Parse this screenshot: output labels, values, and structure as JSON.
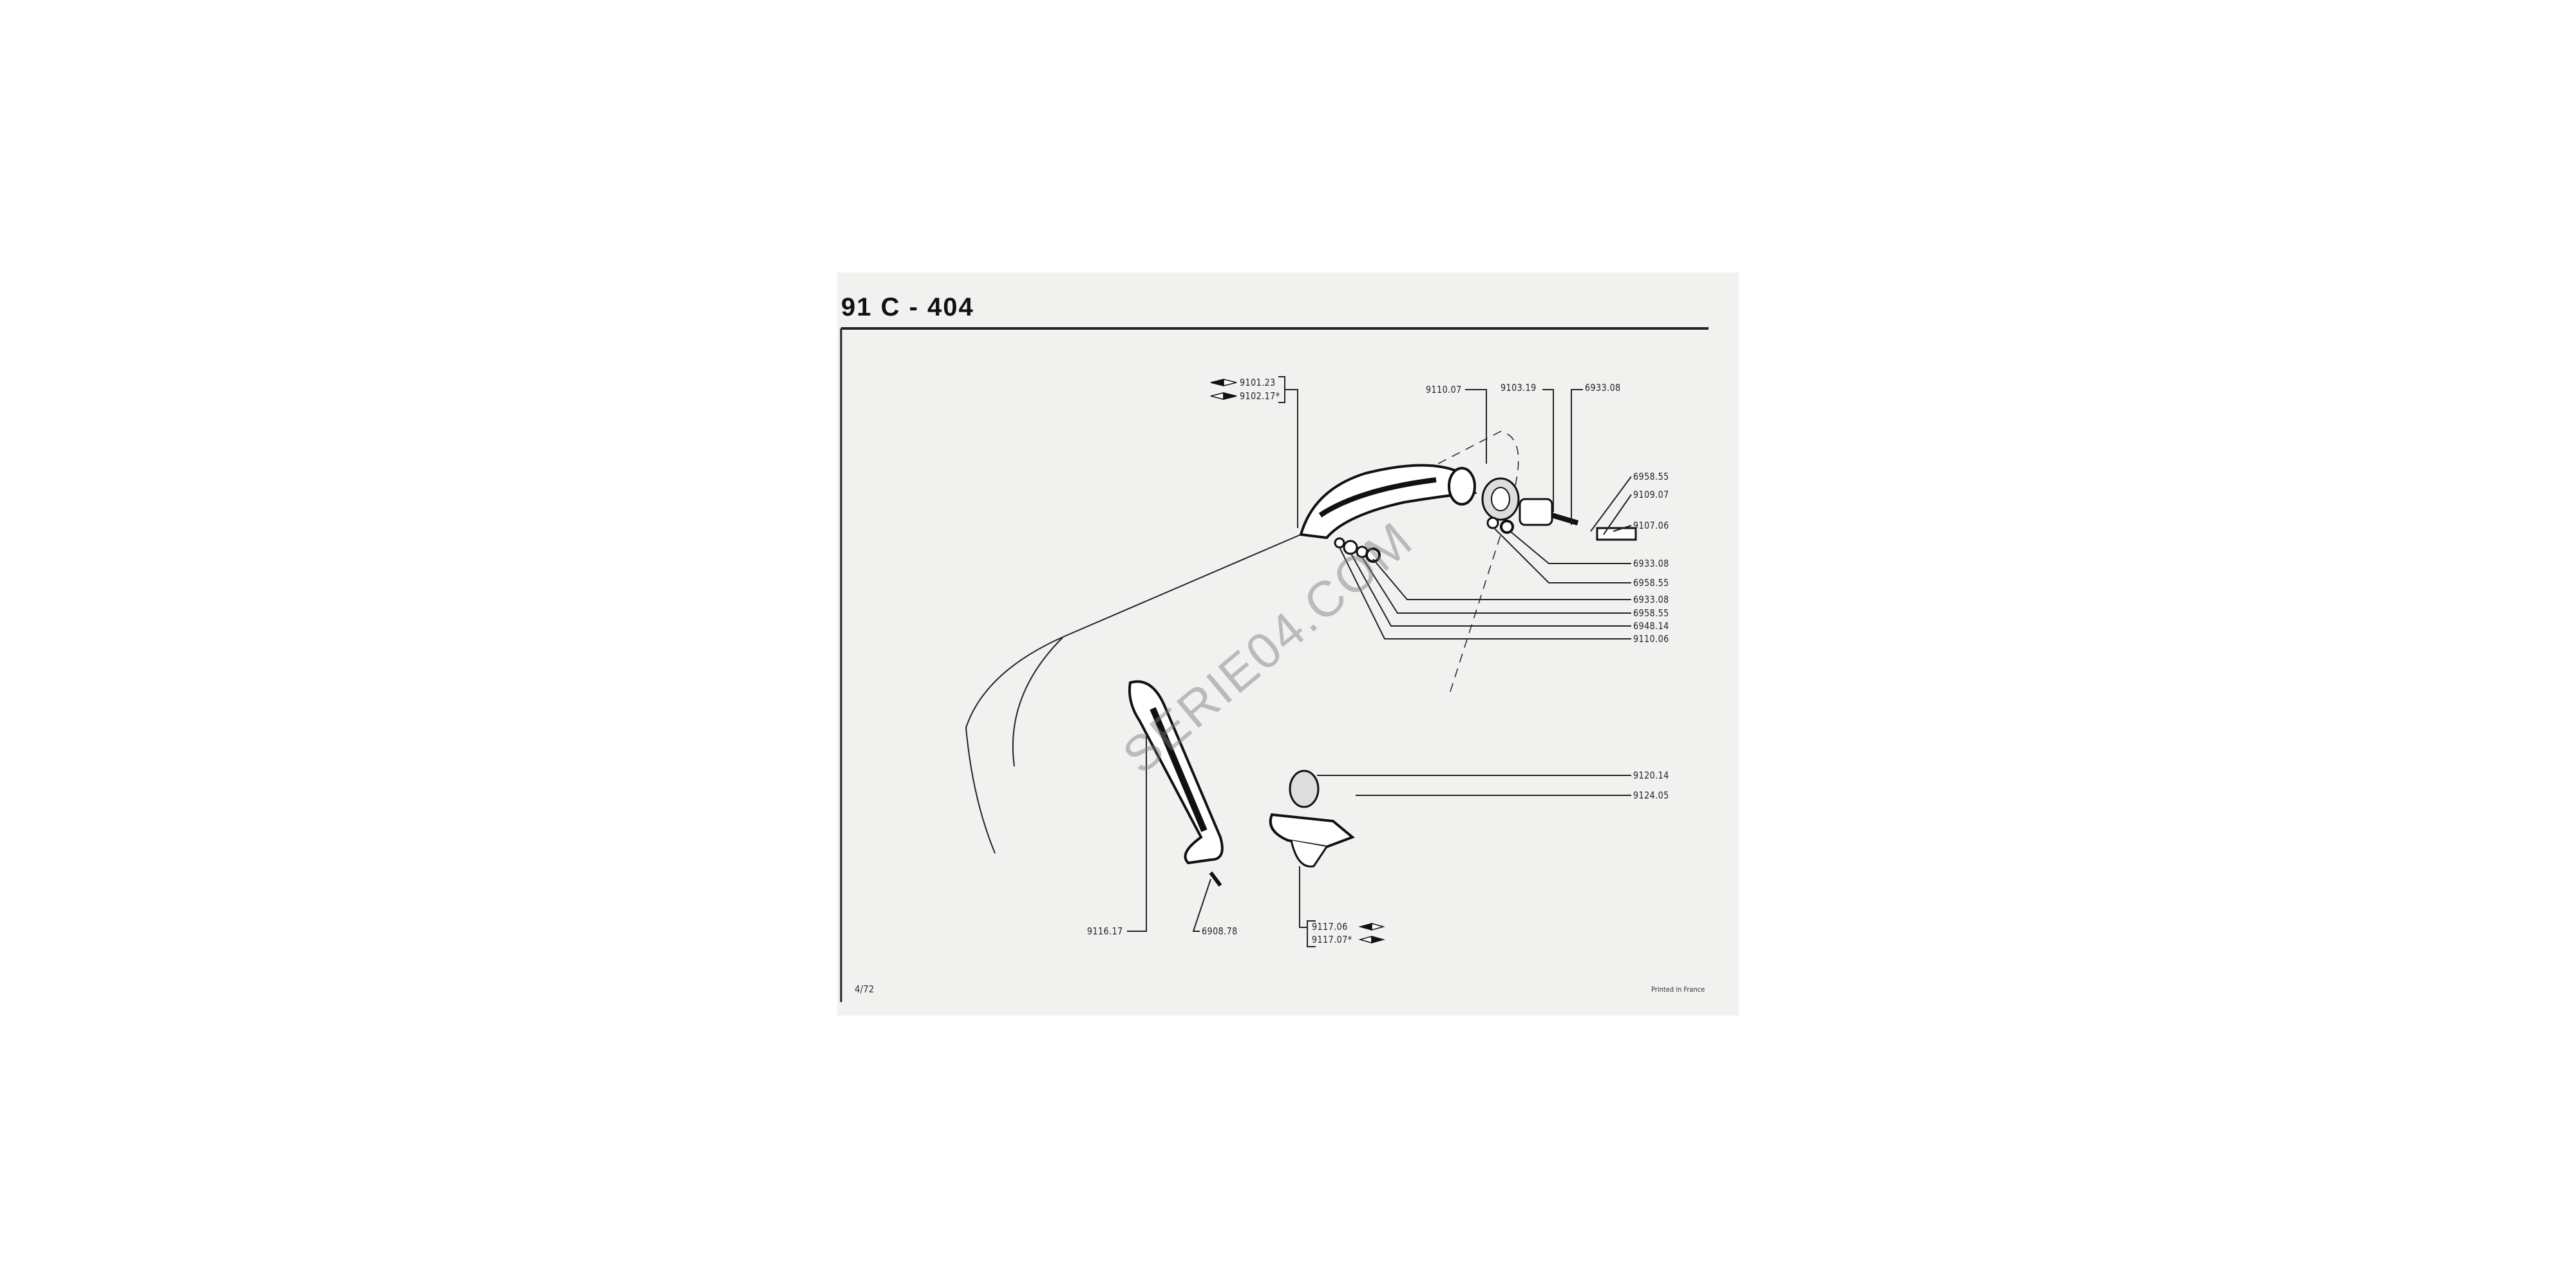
{
  "page": {
    "title": "91 C - 404",
    "page_number": "4/72",
    "printed": "Printed in France",
    "watermark": "SERIE04.COM"
  },
  "parts": {
    "p9101_23": "9101.23",
    "p9102_17": "9102.17*",
    "p9110_07": "9110.07",
    "p9103_19": "9103.19",
    "p6933_08_top": "6933.08",
    "p6958_55_a": "6958.55",
    "p9109_07": "9109.07",
    "p9107_06": "9107.06",
    "p6933_08_b": "6933.08",
    "p6958_55_b": "6958.55",
    "p6933_08_c": "6933.08",
    "p6958_55_c": "6958.55",
    "p6948_14": "6948.14",
    "p9110_06": "9110.06",
    "p9120_14": "9120.14",
    "p9124_05": "9124.05",
    "p9116_17": "9116.17",
    "p6908_78": "6908.78",
    "p9117_06": "9117.06",
    "p9117_07": "9117.07*"
  }
}
